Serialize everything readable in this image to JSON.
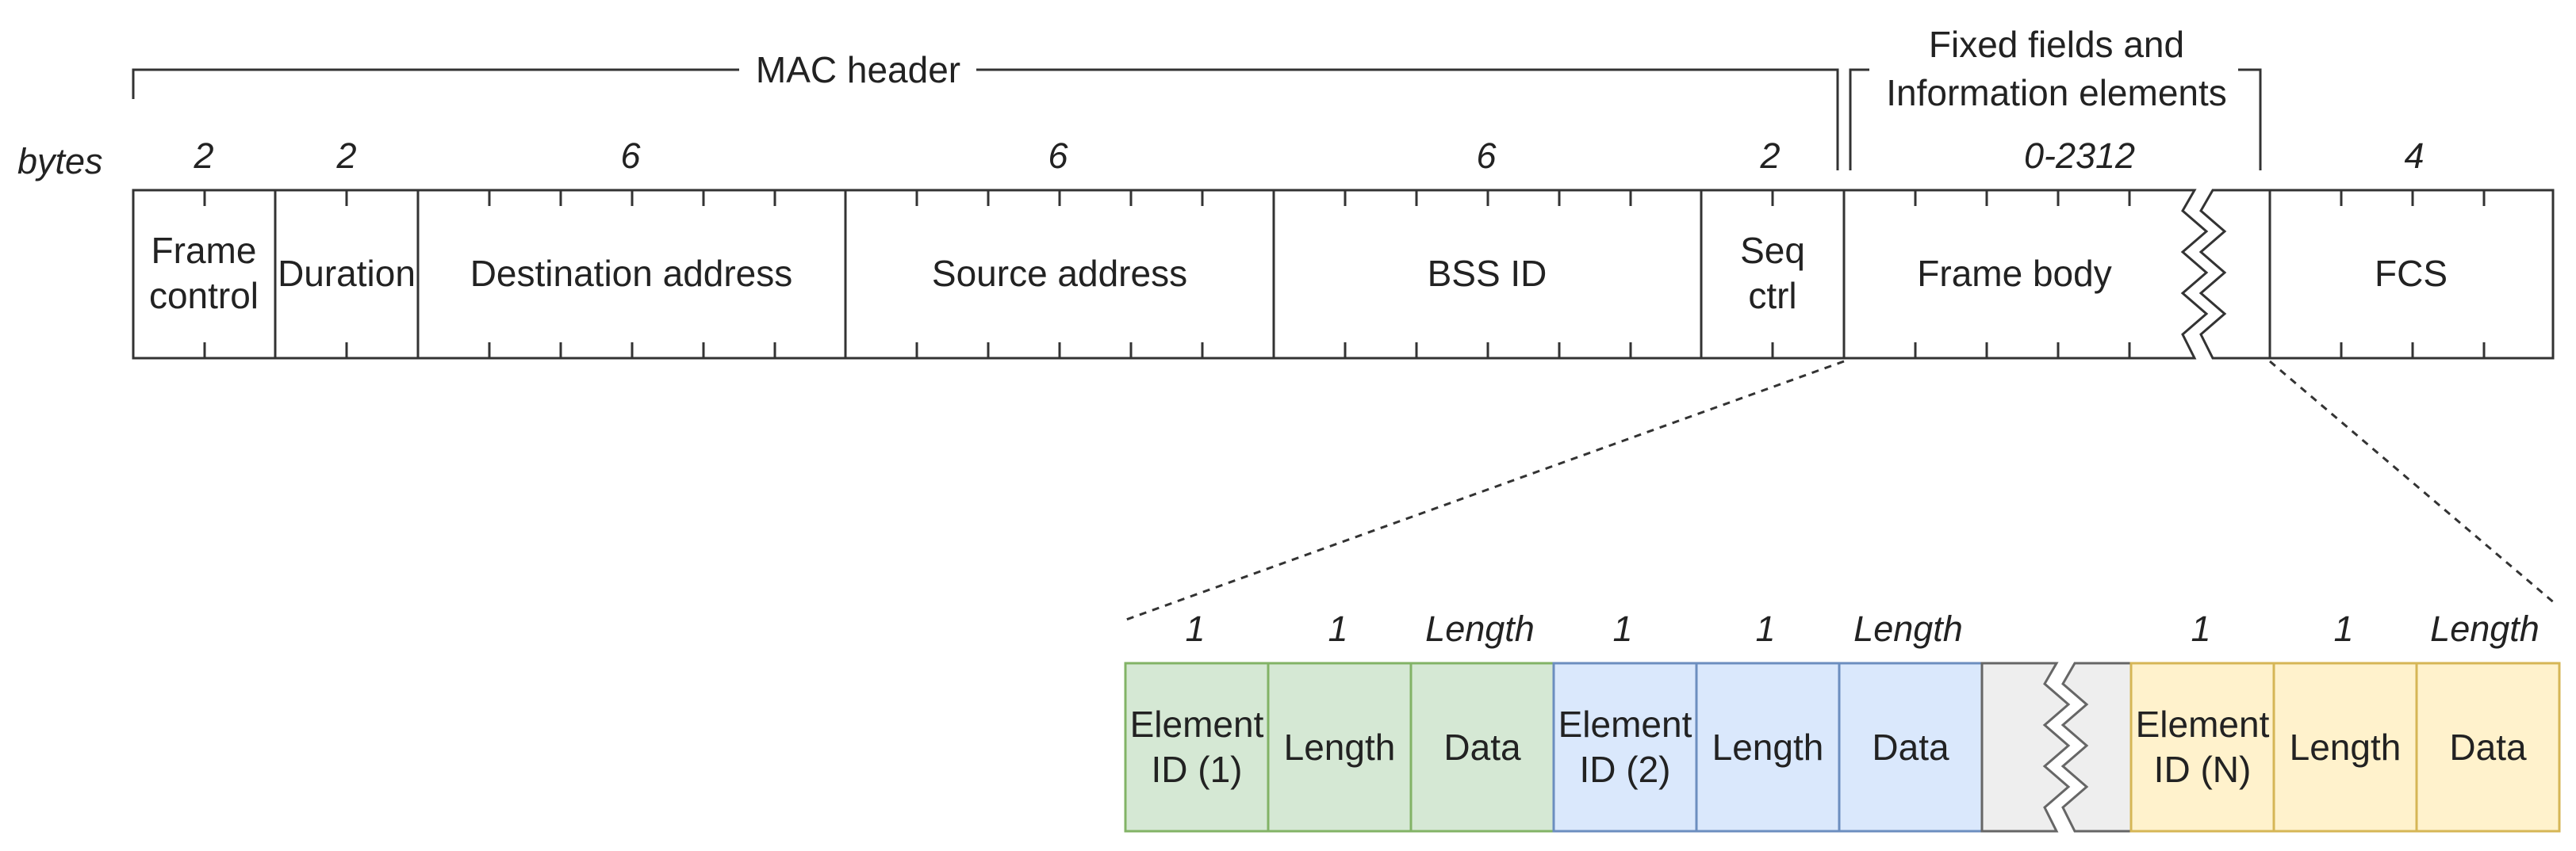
{
  "colors": {
    "line": "#333333",
    "text": "#222222",
    "green_fill": "#d5e8d4",
    "green_stroke": "#82b366",
    "blue_fill": "#dae8fc",
    "blue_stroke": "#6c8ebf",
    "yellow_fill": "#fff2cc",
    "yellow_stroke": "#d6b656",
    "gap_fill": "#eeeeee",
    "gap_stroke": "#666666"
  },
  "frame": {
    "unit_label": "bytes",
    "mac_header_label": "MAC header",
    "body_header_lines": [
      "Fixed fields and",
      "Information elements"
    ],
    "fields": [
      {
        "lines": [
          "Frame",
          "control"
        ],
        "size": "2"
      },
      {
        "lines": [
          "Duration"
        ],
        "size": "2"
      },
      {
        "lines": [
          "Destination address"
        ],
        "size": "6"
      },
      {
        "lines": [
          "Source address"
        ],
        "size": "6"
      },
      {
        "lines": [
          "BSS ID"
        ],
        "size": "6"
      },
      {
        "lines": [
          "Seq",
          "ctrl"
        ],
        "size": "2"
      },
      {
        "lines": [
          "Frame body"
        ],
        "size": "0-2312"
      },
      {
        "lines": [
          "FCS"
        ],
        "size": "4"
      }
    ]
  },
  "elements": {
    "groups": [
      {
        "color": "green",
        "cells": [
          {
            "lines": [
              "Element",
              "ID (1)"
            ],
            "size": "1"
          },
          {
            "lines": [
              "Length"
            ],
            "size": "1"
          },
          {
            "lines": [
              "Data"
            ],
            "size": "Length"
          }
        ]
      },
      {
        "color": "blue",
        "cells": [
          {
            "lines": [
              "Element",
              "ID (2)"
            ],
            "size": "1"
          },
          {
            "lines": [
              "Length"
            ],
            "size": "1"
          },
          {
            "lines": [
              "Data"
            ],
            "size": "Length"
          }
        ]
      },
      {
        "color": "yellow",
        "cells": [
          {
            "lines": [
              "Element",
              "ID (N)"
            ],
            "size": "1"
          },
          {
            "lines": [
              "Length"
            ],
            "size": "1"
          },
          {
            "lines": [
              "Data"
            ],
            "size": "Length"
          }
        ]
      }
    ]
  }
}
